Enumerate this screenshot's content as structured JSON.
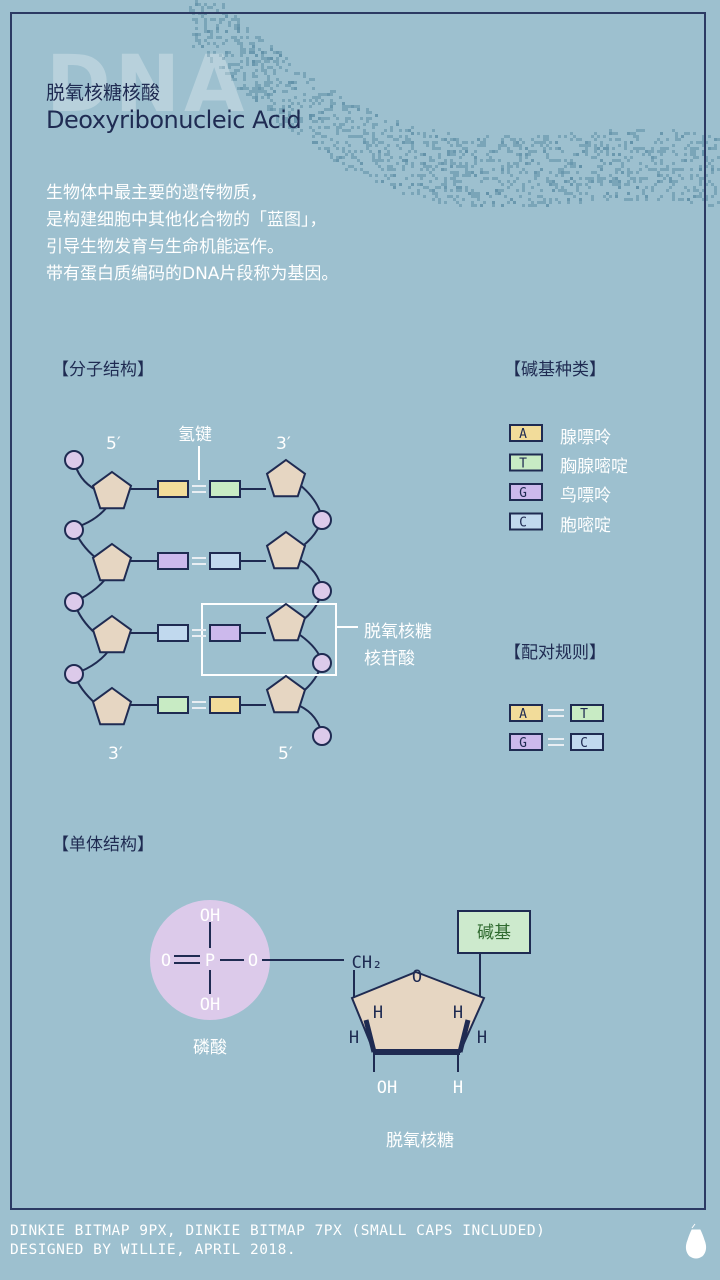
{
  "heading": {
    "watermark": "DNA",
    "title_cn": "脱氧核糖核酸",
    "title_en": "Deoxyribonucleic Acid"
  },
  "intro": [
    "生物体中最主要的遗传物质，",
    "是构建细胞中其他化合物的「蓝图」，",
    "引导生物发育与生命机能运作。",
    "带有蛋白质编码的DNA片段称为基因。"
  ],
  "sections": {
    "molecular_structure": "【分子结构】",
    "base_types": "【碱基种类】",
    "pairing_rules": "【配对规则】",
    "monomer_structure": "【单体结构】"
  },
  "molecule": {
    "hydrogen_bond_label": "氢键",
    "end_5_top": "5′",
    "end_3_top": "3′",
    "end_3_bottom": "3′",
    "end_5_bottom": "5′",
    "nucleotide_label_line1": "脱氧核糖",
    "nucleotide_label_line2": "核苷酸"
  },
  "bases": [
    {
      "letter": "A",
      "name": "腺嘌呤",
      "color": "#f2dc9a"
    },
    {
      "letter": "T",
      "name": "胸腺嘧啶",
      "color": "#c8ebc4"
    },
    {
      "letter": "G",
      "name": "鸟嘌呤",
      "color": "#ccb9ec"
    },
    {
      "letter": "C",
      "name": "胞嘧啶",
      "color": "#c1d9ee"
    }
  ],
  "pairs": [
    {
      "left": "A",
      "right": "T"
    },
    {
      "left": "G",
      "right": "C"
    }
  ],
  "monomer": {
    "phosphate_label": "磷酸",
    "sugar_label": "脱氧核糖",
    "base_box": "碱基",
    "oh_top": "OH",
    "oh_bottom": "OH",
    "o_left": "O",
    "o_right": "O",
    "p": "P",
    "ch2": "CH₂",
    "ring_o": "O",
    "h_left_outer": "H",
    "h_left_inner": "H",
    "h_right_inner": "H",
    "h_right_outer": "H",
    "oh_sugar": "OH",
    "h_sugar_bottom": "H"
  },
  "footer": [
    "DINKIE BITMAP 9PX, DINKIE BITMAP 7PX (SMALL CAPS INCLUDED)",
    "DESIGNED BY WILLIE, APRIL 2018."
  ],
  "colors": {
    "background": "#9dc0cf",
    "ink": "#1f2b52",
    "sugar": "#e6d6c2",
    "phosphate": "#dccaea",
    "base_box": "#cdeacd"
  }
}
